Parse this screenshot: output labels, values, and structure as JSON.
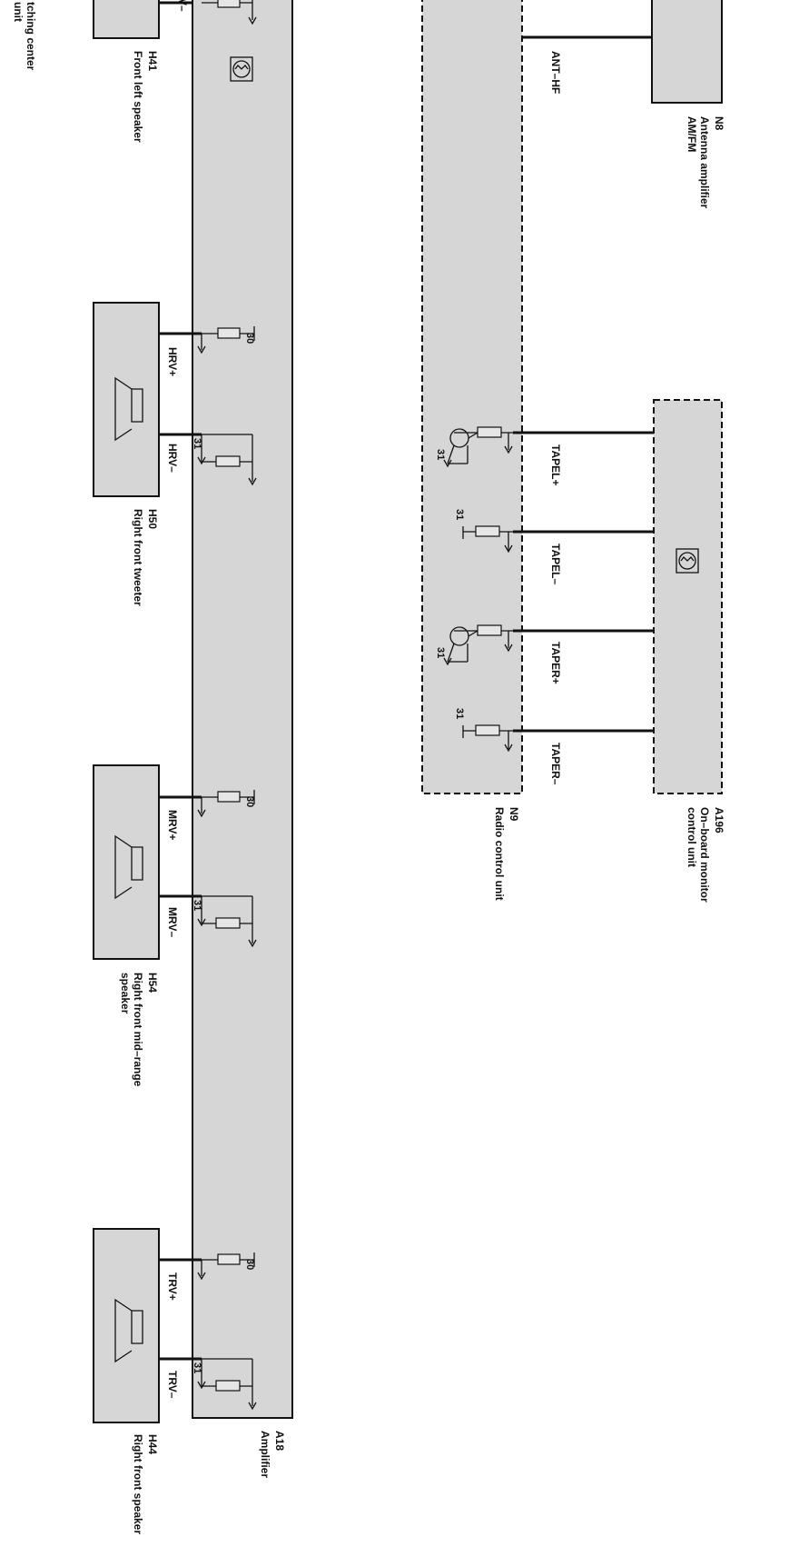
{
  "components": {
    "amplifier": {
      "code": "A18",
      "name": "Amplifier"
    },
    "radio": {
      "code": "N9",
      "name": "Radio control unit"
    },
    "monitor": {
      "code": "A196",
      "name": "On–board monitor",
      "name2": "control unit"
    },
    "antenna": {
      "code": "N8",
      "name": "Antenna amplifier",
      "name2": "AM/FM"
    },
    "spk_h41": {
      "code": "H41",
      "name": "Front left speaker"
    },
    "spk_h50": {
      "code": "H50",
      "name": "Right front tweeter"
    },
    "spk_h54": {
      "code": "H54",
      "name": "Right front mid–range",
      "name2": "speaker"
    },
    "spk_h44": {
      "code": "H44",
      "name": "Right front speaker"
    },
    "partial": {
      "line1": "tching center",
      "line2": "unit"
    }
  },
  "wires": {
    "ant_hf": "ANT–HF",
    "hrv_plus": "HRV+",
    "hrv_minus": "HRV–",
    "mrv_plus": "MRV+",
    "mrv_minus": "MRV–",
    "trv_plus": "TRV+",
    "trv_minus": "TRV–",
    "tapel_plus": "TAPEL+",
    "tapel_minus": "TAPEL–",
    "taper_plus": "TAPER+",
    "taper_minus": "TAPER–",
    "top_cut": "V–"
  },
  "pins": {
    "p30": "30",
    "p31": "31"
  },
  "colors": {
    "fill": "#d6d6d6",
    "line": "#111111"
  }
}
